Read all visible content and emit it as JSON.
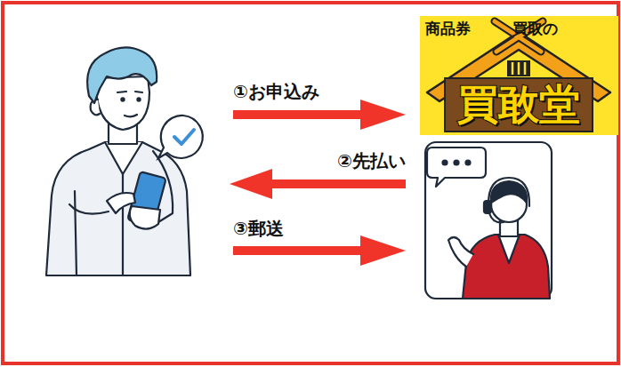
{
  "diagram": {
    "nodes": [
      {
        "text": [
          "商品券",
          "買取の",
          "買敢堂"
        ]
      }
    ],
    "labels": [
      "①お申込み",
      "②先払い",
      "③郵送"
    ]
  }
}
